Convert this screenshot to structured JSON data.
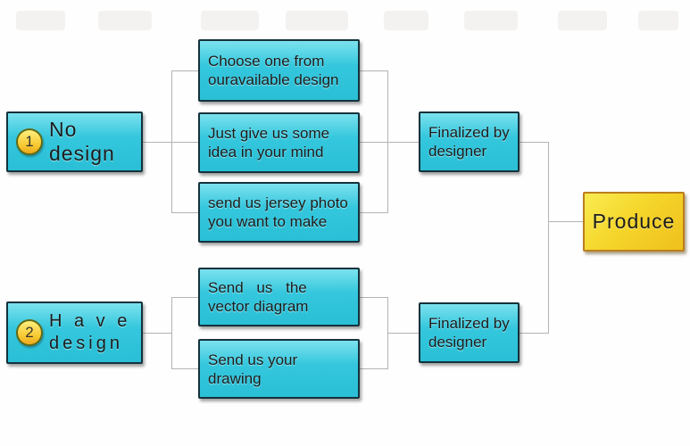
{
  "flowchart": {
    "nodes": {
      "no_design": {
        "number": "1",
        "label": "No design"
      },
      "have_design": {
        "number": "2",
        "line1": "H a v e",
        "line2": "design"
      },
      "choose": {
        "line1": "Choose one from",
        "line2": "ouravailable design"
      },
      "idea": {
        "line1": "Just give us some",
        "line2": "idea in your mind"
      },
      "jersey": {
        "line1": "send us jersey photo",
        "line2": "you want to make"
      },
      "vector": {
        "line1": "Send us the",
        "line2": "vector diagram"
      },
      "drawing": {
        "line1": "Send us your",
        "line2": "drawing"
      },
      "finalized_1": {
        "line1": "Finalized by",
        "line2": "designer"
      },
      "finalized_2": {
        "line1": "Finalized by",
        "line2": "designer"
      },
      "produce": {
        "label": "Produce"
      }
    },
    "colors": {
      "node_fill": "#34c7dd",
      "node_border": "#14323c",
      "badge_fill": "#f6c52c",
      "produce_fill": "#f5d62b",
      "produce_border": "#bc7e1e",
      "connector": "#b3b3b3"
    }
  }
}
